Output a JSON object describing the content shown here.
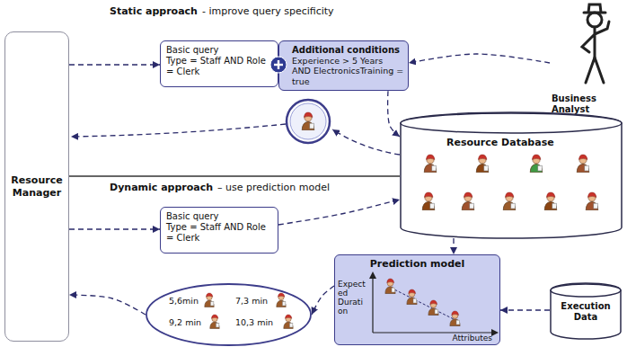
{
  "diagram": {
    "nodes": [
      {
        "text": [
          "Resource Manager"
        ]
      },
      {
        "text": [
          "Basic query",
          "Type = Staff AND Role = Clerk"
        ]
      },
      {
        "text": [
          "Additional conditions",
          "Experience > 5 Years AND ElectronicsTraining = true"
        ]
      },
      {
        "text": [
          "Business Analyst"
        ]
      },
      {
        "text": [
          "Resource Database"
        ]
      },
      {
        "text": [
          "Basic query",
          "Type = Staff AND Role = Clerk"
        ]
      },
      {
        "text": [
          "Prediction model",
          "Expected Duration",
          "Attributes"
        ]
      },
      {
        "text": [
          "Execution Data"
        ]
      },
      {
        "text": [
          "5,6min",
          "7,3 min",
          "9,2 min",
          "10,3 min"
        ]
      }
    ],
    "edges": [
      {
        "from": 0,
        "to": 1,
        "arrow": "to"
      },
      {
        "from": 3,
        "to": 2,
        "arrow": "to"
      },
      {
        "from": 2,
        "to": 4,
        "arrow": "to"
      },
      {
        "from": 0,
        "to": 5,
        "arrow": "to"
      },
      {
        "from": 5,
        "to": 4,
        "arrow": "to"
      },
      {
        "from": 4,
        "to": 6,
        "arrow": "to"
      },
      {
        "from": 7,
        "to": 6,
        "arrow": "to"
      },
      {
        "from": 6,
        "to": 8,
        "arrow": "to"
      },
      {
        "from": 8,
        "to": 0,
        "arrow": "to"
      }
    ],
    "labels": [
      "Static approach",
      "- improve query specificity",
      "Dynamic approach",
      "– use prediction model"
    ]
  }
}
